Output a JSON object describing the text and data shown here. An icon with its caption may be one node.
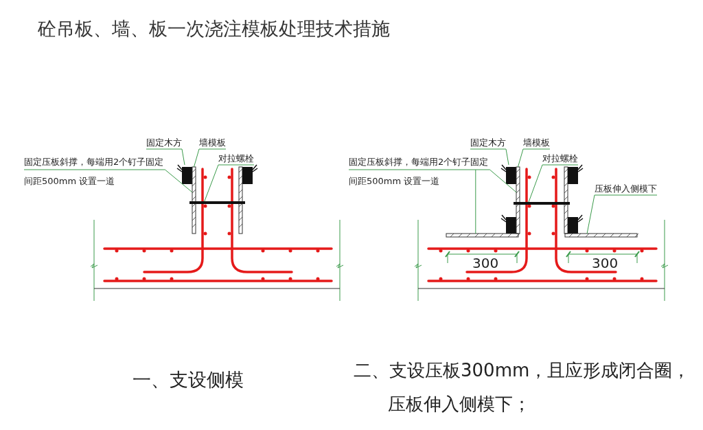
{
  "diagram": {
    "title": "砼吊板、墙、板一次浇注模板处理技术措施",
    "nodes": [
      {
        "text": [
          "固定木方"
        ]
      },
      {
        "text": [
          "墙模板"
        ]
      },
      {
        "text": [
          "对拉螺栓"
        ]
      },
      {
        "text": [
          "固定压板斜撑，每端用2个钉子固定间距500mm 设置一道"
        ]
      },
      {
        "text": [],
        "shape": "box"
      },
      {
        "text": [],
        "shape": "bar"
      },
      {
        "text": [],
        "shape": "bar"
      },
      {
        "text": [
          "固定木方"
        ]
      },
      {
        "text": [
          "墙模板"
        ]
      },
      {
        "text": [
          "对拉螺栓"
        ]
      },
      {
        "text": [
          "固定压板斜撑，每端用2个钉子固定间距500mm 设置一道"
        ]
      },
      {
        "text": [
          "压板伸入侧模下"
        ]
      },
      {
        "text": [],
        "shape": "box"
      },
      {
        "text": [],
        "shape": "bar"
      },
      {
        "text": [],
        "shape": "bar"
      },
      {
        "text": [],
        "shape": "bar"
      },
      {
        "text": [],
        "shape": "bar"
      }
    ],
    "edges": [
      {
        "from": 0,
        "to": 4,
        "arrow": "none"
      },
      {
        "from": 1,
        "to": 5,
        "arrow": "none"
      },
      {
        "from": 2,
        "to": 6,
        "arrow": "none"
      },
      {
        "from": 3,
        "to": 5,
        "arrow": "none"
      },
      {
        "from": 7,
        "to": 12,
        "arrow": "none"
      },
      {
        "from": 8,
        "to": 13,
        "arrow": "none"
      },
      {
        "from": 9,
        "to": 14,
        "arrow": "none"
      },
      {
        "from": 10,
        "to": 13,
        "arrow": "none"
      },
      {
        "from": 10,
        "to": 15,
        "arrow": "none"
      },
      {
        "from": 11,
        "to": 16,
        "arrow": "none"
      }
    ],
    "labels": [
      "300",
      "300",
      "一、支设侧模",
      "二、支设压板300mm，且应形成闭合圈，压板伸入侧模下；"
    ]
  }
}
